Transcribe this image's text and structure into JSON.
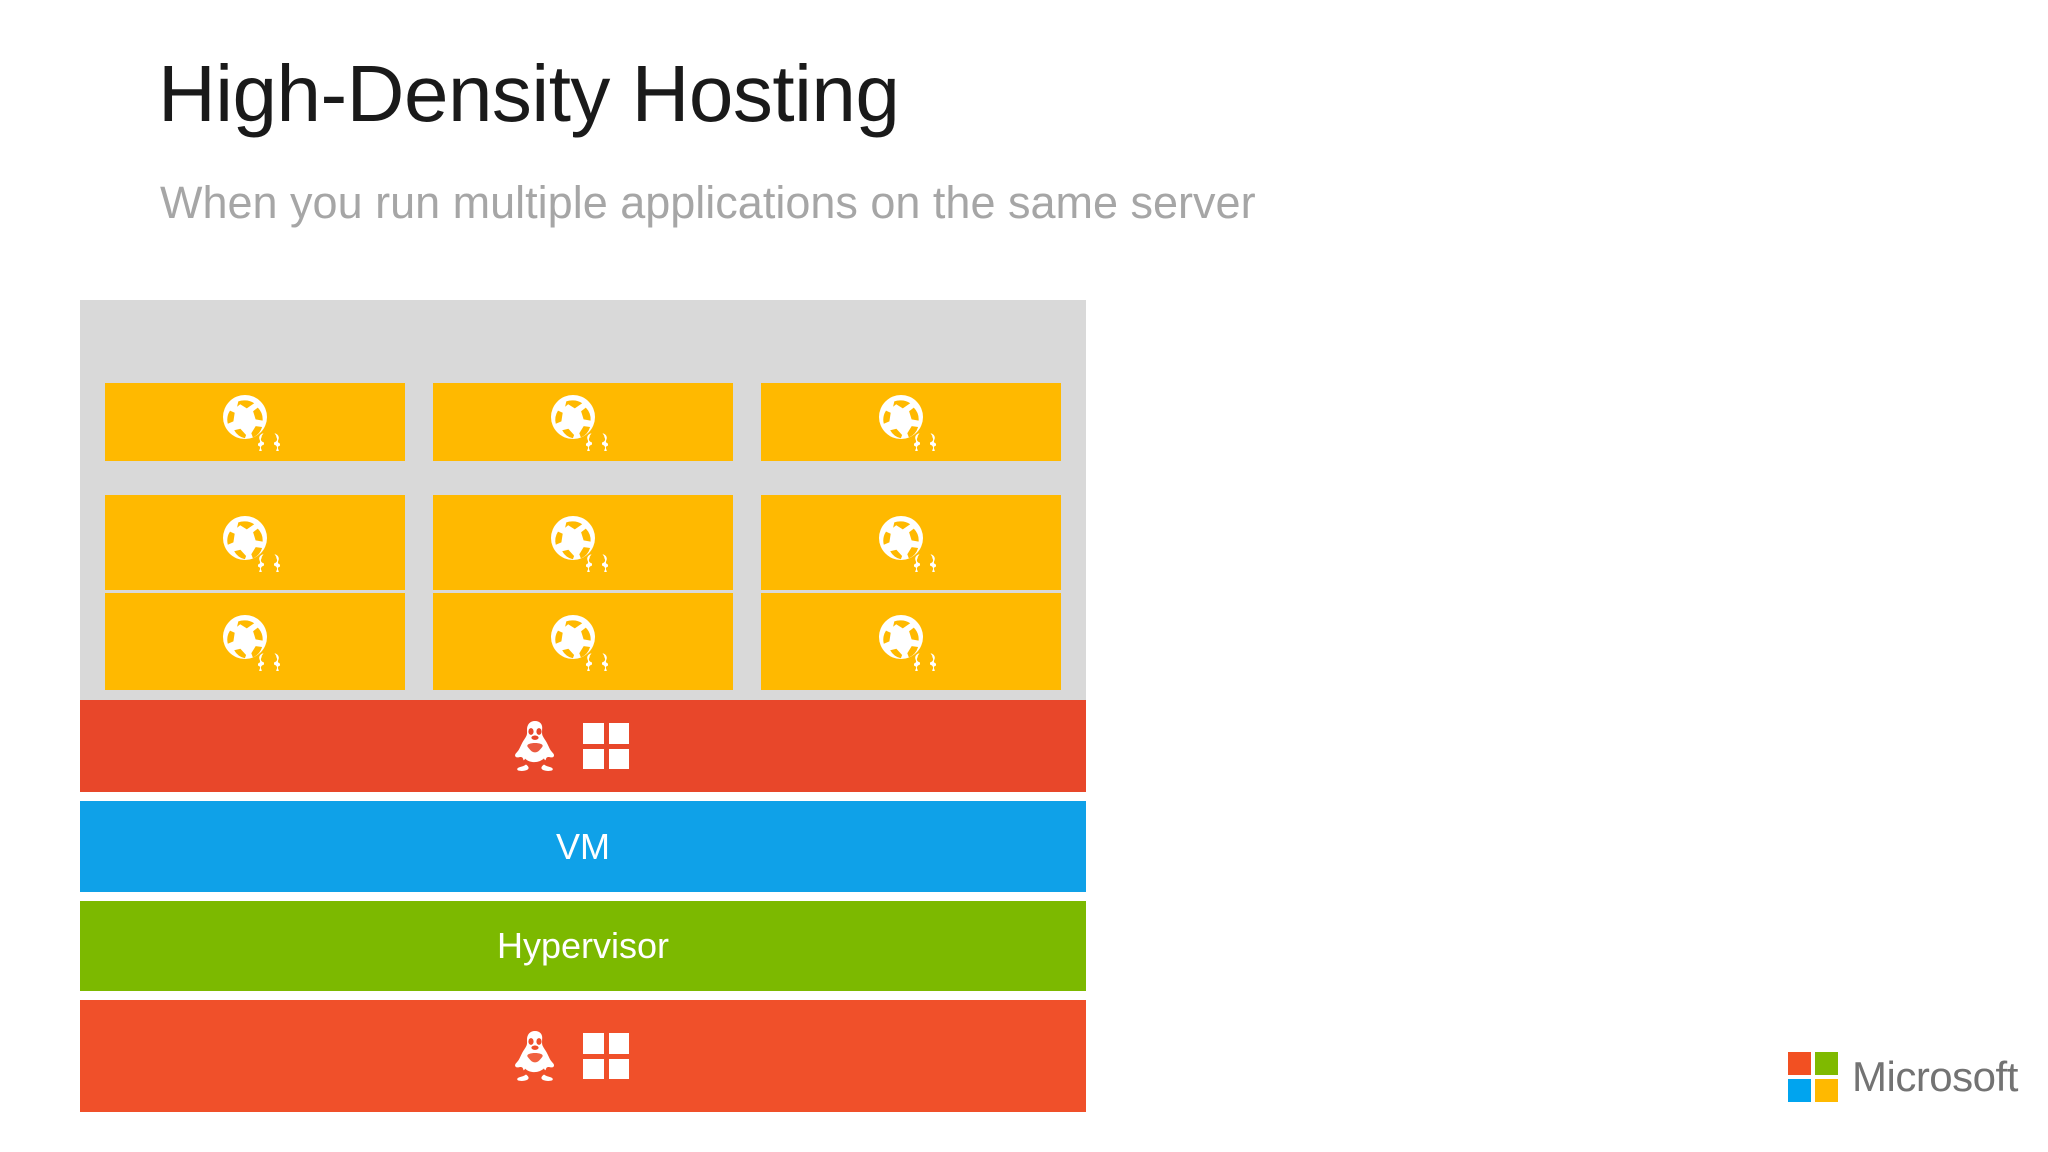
{
  "slide": {
    "title": "High-Density Hosting",
    "subtitle": "When you run multiple applications on the same server"
  },
  "diagram": {
    "container_panel": {
      "name": "containers-host-panel",
      "background": "#d9d9d9",
      "rows": [
        {
          "apps": [
            {
              "icon": "app-container-icon"
            },
            {
              "icon": "app-container-icon"
            },
            {
              "icon": "app-container-icon"
            }
          ]
        },
        {
          "apps": [
            {
              "icon": "app-container-icon"
            },
            {
              "icon": "app-container-icon"
            },
            {
              "icon": "app-container-icon"
            }
          ]
        },
        {
          "apps": [
            {
              "icon": "app-container-icon"
            },
            {
              "icon": "app-container-icon"
            },
            {
              "icon": "app-container-icon"
            }
          ]
        }
      ],
      "app_color": "#ffb900"
    },
    "layers": [
      {
        "id": "guest-os",
        "label": "",
        "color": "#e8472a",
        "icons": [
          "linux-penguin-icon",
          "windows-logo-icon"
        ]
      },
      {
        "id": "vm",
        "label": "VM",
        "color": "#0fa1e8",
        "icons": []
      },
      {
        "id": "hypervisor",
        "label": "Hypervisor",
        "color": "#7cb900",
        "icons": []
      },
      {
        "id": "host-os",
        "label": "",
        "color": "#f0502a",
        "icons": [
          "linux-penguin-icon",
          "windows-logo-icon"
        ]
      }
    ]
  },
  "branding": {
    "wordmark": "Microsoft",
    "square_colors": [
      "#f25022",
      "#7fba00",
      "#00a4ef",
      "#ffb900"
    ]
  },
  "colors": {
    "title": "#1a1a1a",
    "subtitle": "#a6a6a6",
    "background": "#ffffff"
  }
}
